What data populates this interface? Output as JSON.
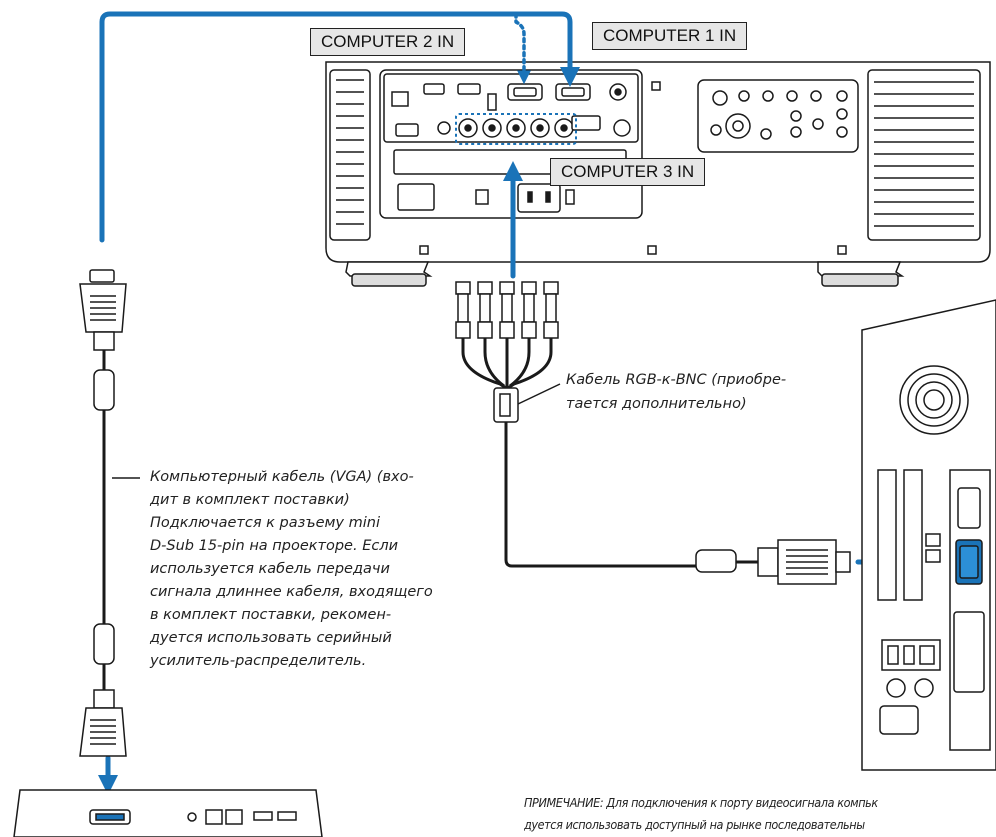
{
  "ports": {
    "computer2": "COMPUTER 2 IN",
    "computer1": "COMPUTER 1 IN",
    "computer3": "COMPUTER 3 IN"
  },
  "bnc_caption": {
    "line1": "Кабель RGB-к-BNC (приобре-",
    "line2": "тается дополнительно)"
  },
  "vga_caption": [
    "Компьютерный кабель (VGA) (вхо-",
    "дит в комплект поставки)",
    "Подключается к разъему mini",
    "D-Sub 15-pin на проекторе. Если",
    "используется кабель передачи",
    "сигнала длиннее кабеля, входящего",
    "в комплект поставки, рекомен-",
    "дуется использовать серийный",
    "усилитель-распределитель."
  ],
  "note": {
    "line1": "ПРИМЕЧАНИЕ: Для подключения к порту видеосигнала компьк",
    "line2": "дуется использовать доступный на рынке последовательны"
  },
  "colors": {
    "arrow": "#1a73b8",
    "outline": "#1a1a1a"
  }
}
